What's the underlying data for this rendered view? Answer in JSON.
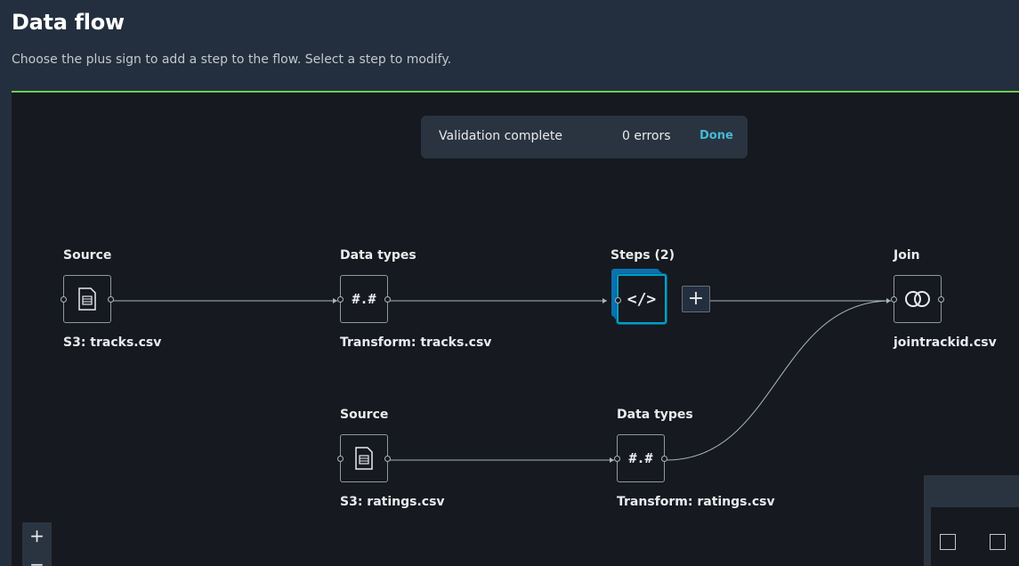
{
  "header": {
    "title": "Data flow",
    "subtitle": "Choose the plus sign to add a step to the flow. Select a step to modify."
  },
  "toast": {
    "message": "Validation complete",
    "errors": "0 errors",
    "done_label": "Done"
  },
  "nodes": {
    "source_tracks": {
      "title": "Source",
      "caption": "S3: tracks.csv",
      "icon": "document-icon"
    },
    "datatypes_tracks": {
      "title": "Data types",
      "caption": "Transform: tracks.csv",
      "glyph": "#.#"
    },
    "steps": {
      "title": "Steps (2)",
      "glyph": "</>",
      "icon": "code-icon"
    },
    "join": {
      "title": "Join",
      "caption": "jointrackid.csv",
      "icon": "join-icon"
    },
    "source_ratings": {
      "title": "Source",
      "caption": "S3: ratings.csv",
      "icon": "document-icon"
    },
    "datatypes_ratings": {
      "title": "Data types",
      "caption": "Transform: ratings.csv",
      "glyph": "#.#"
    }
  },
  "add_step": {
    "glyph": "+"
  },
  "zoom": {
    "in_glyph": "+",
    "out_glyph": "−"
  },
  "colors": {
    "accent": "#00a1c9",
    "link": "#44b9d6",
    "divider": "#6ccd4e"
  }
}
